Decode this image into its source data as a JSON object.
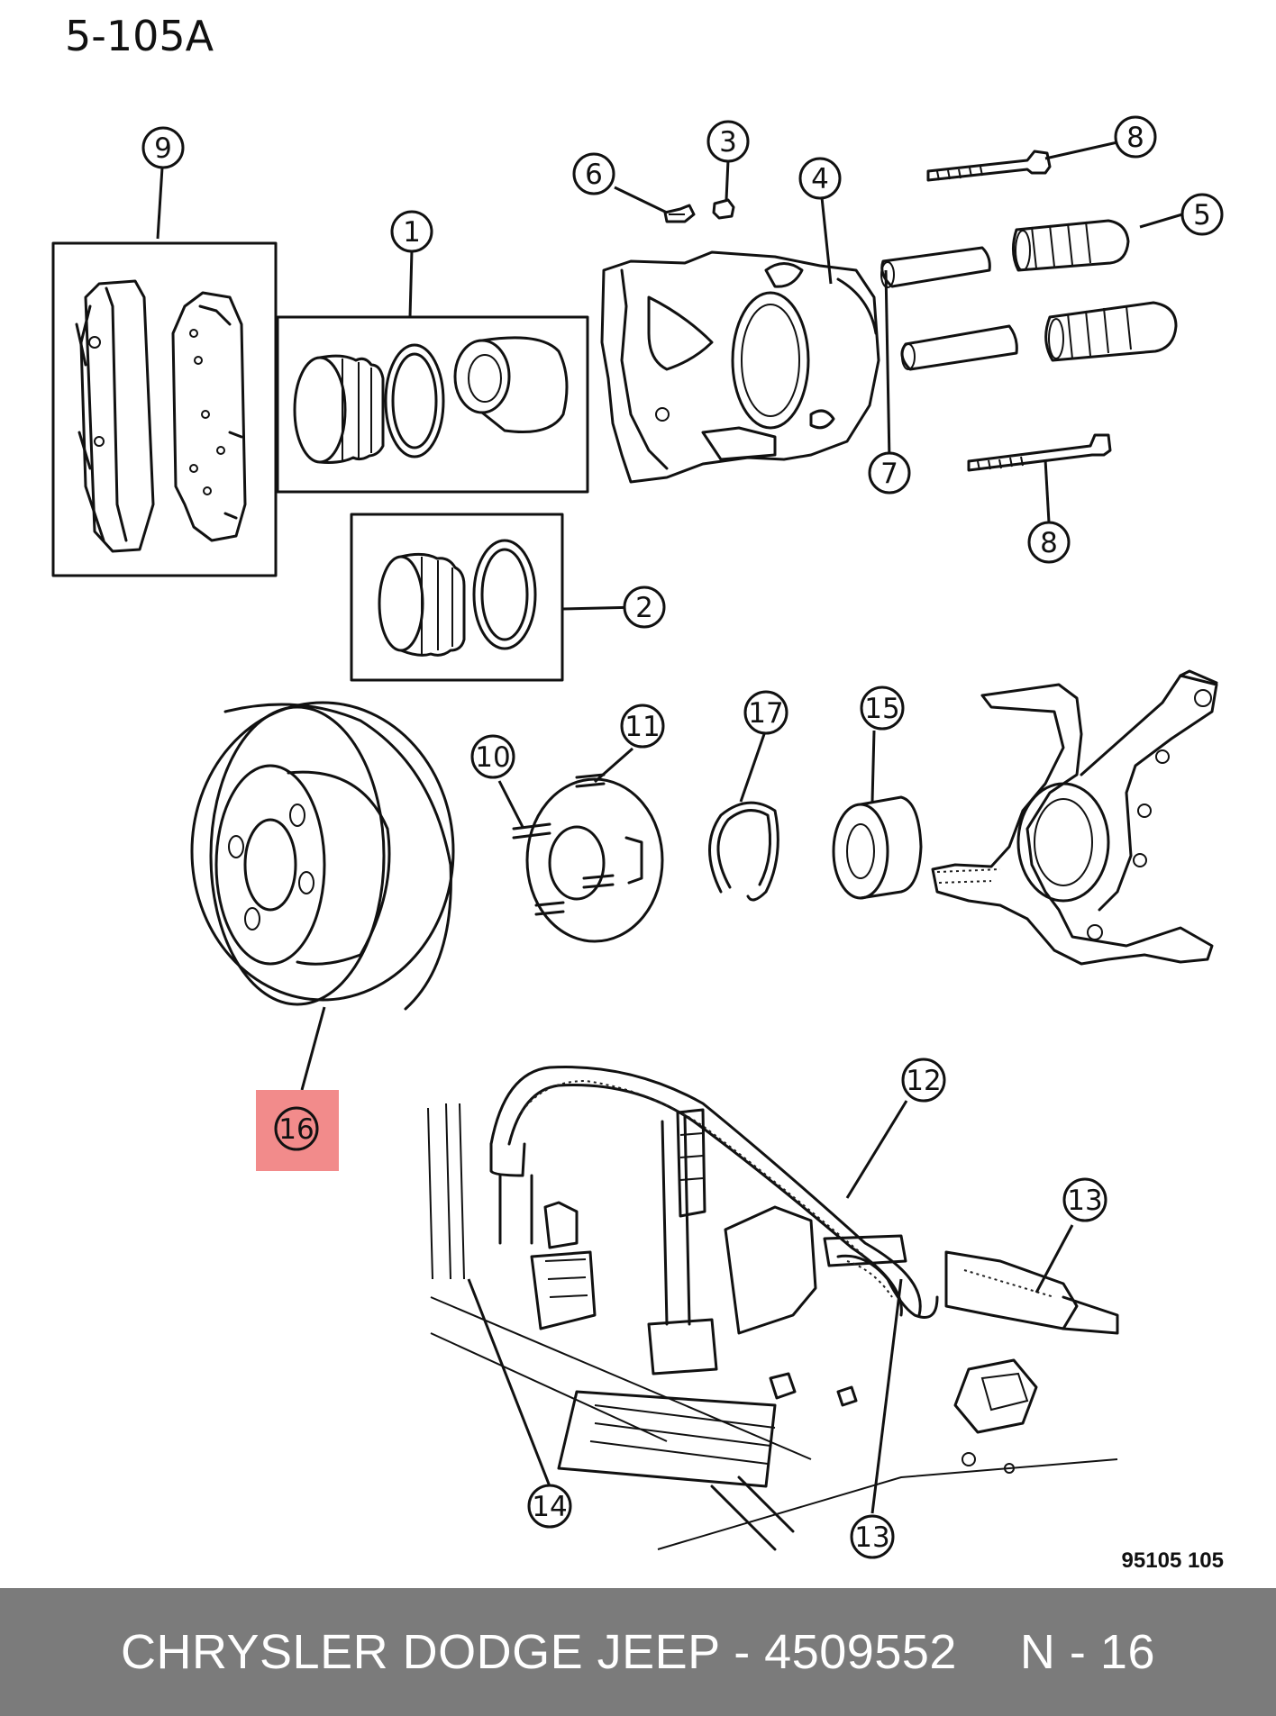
{
  "diagram": {
    "page_code": "5-105A",
    "drawing_number": "95105  105",
    "highlighted_callout": "16",
    "highlight_color": "#f28b8b",
    "callouts": [
      {
        "id": "c1",
        "label": "1"
      },
      {
        "id": "c2",
        "label": "2"
      },
      {
        "id": "c3",
        "label": "3"
      },
      {
        "id": "c4",
        "label": "4"
      },
      {
        "id": "c5",
        "label": "5"
      },
      {
        "id": "c6",
        "label": "6"
      },
      {
        "id": "c7",
        "label": "7"
      },
      {
        "id": "c8a",
        "label": "8"
      },
      {
        "id": "c8b",
        "label": "8"
      },
      {
        "id": "c9",
        "label": "9"
      },
      {
        "id": "c10",
        "label": "10"
      },
      {
        "id": "c11",
        "label": "11"
      },
      {
        "id": "c12",
        "label": "12"
      },
      {
        "id": "c13a",
        "label": "13"
      },
      {
        "id": "c13b",
        "label": "13"
      },
      {
        "id": "c14",
        "label": "14"
      },
      {
        "id": "c15",
        "label": "15"
      },
      {
        "id": "c16",
        "label": "16"
      },
      {
        "id": "c17",
        "label": "17"
      }
    ]
  },
  "footer": {
    "part_text": "CHRYSLER DODGE JEEP - 4509552",
    "ref_text": "N - 16",
    "background": "#7b7b7b"
  }
}
